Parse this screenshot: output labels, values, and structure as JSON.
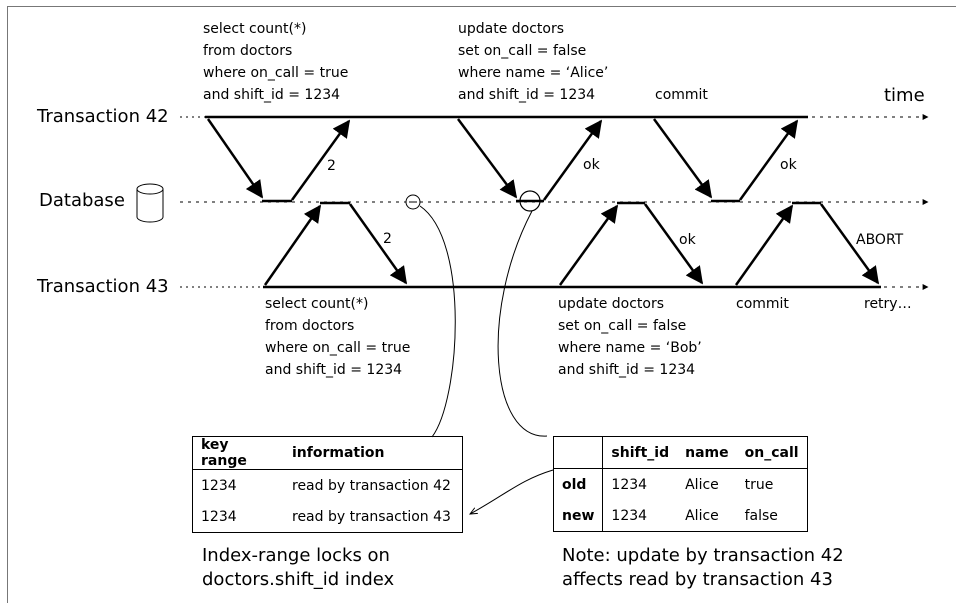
{
  "lanes": {
    "t42": "Transaction 42",
    "db": "Database",
    "t43": "Transaction 43",
    "time": "time"
  },
  "queries": {
    "t42_select": "select count(*)\nfrom doctors\nwhere on_call = true\nand shift_id = 1234",
    "t42_update": "update doctors\nset on_call = false\nwhere name = ‘Alice’\nand shift_id = 1234",
    "t42_commit": "commit",
    "t43_select": "select count(*)\nfrom doctors\nwhere on_call = true\nand shift_id = 1234",
    "t43_update": "update doctors\nset on_call = false\nwhere name = ‘Bob’\nand shift_id = 1234",
    "t43_commit": "commit",
    "t43_retry": "retry…"
  },
  "responses": {
    "t42_count": "2",
    "t42_update_ok": "ok",
    "t42_commit_ok": "ok",
    "t43_count": "2",
    "t43_update_ok": "ok",
    "t43_abort": "ABORT"
  },
  "range_table": {
    "headers": [
      "key range",
      "information"
    ],
    "rows": [
      [
        "1234",
        "read by transaction 42"
      ],
      [
        "1234",
        "read by transaction 43"
      ]
    ],
    "caption": "Index-range locks on\ndoctors.shift_id index"
  },
  "row_table": {
    "headers": [
      "",
      "shift_id",
      "name",
      "on_call"
    ],
    "rows": [
      [
        "old",
        "1234",
        "Alice",
        "true"
      ],
      [
        "new",
        "1234",
        "Alice",
        "false"
      ]
    ],
    "caption": "Note: update by transaction 42\naffects read by transaction 43"
  }
}
